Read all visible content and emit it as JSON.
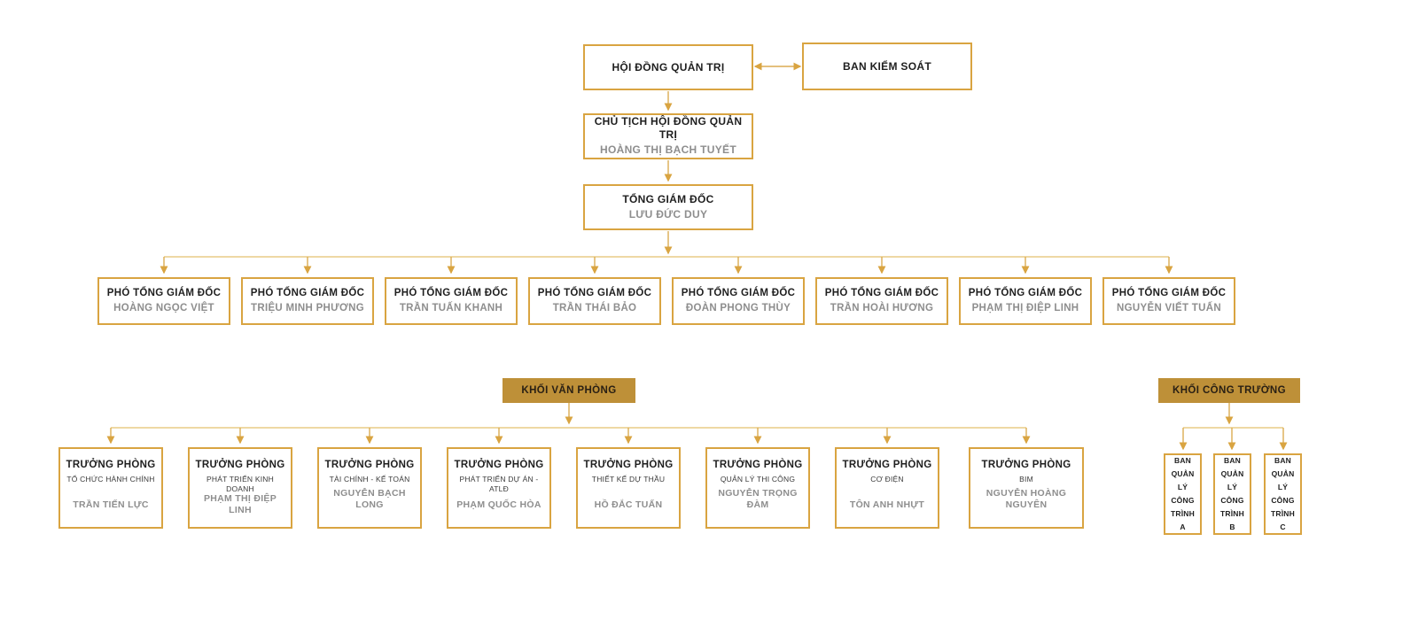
{
  "colors": {
    "accent_gold": "#D9A441",
    "block_header_fill": "#BE9038",
    "title_text": "#1F1F1F",
    "name_text": "#8E8E8E",
    "connector_line": "#DCAC52"
  },
  "board": {
    "title": "HỘI ĐỒNG QUẢN TRỊ"
  },
  "supervisory_board": {
    "title": "BAN KIỂM SOÁT"
  },
  "chairman": {
    "title": "CHỦ TỊCH HỘI ĐỒNG QUẢN TRỊ",
    "name": "HOÀNG THỊ BẠCH TUYẾT"
  },
  "ceo": {
    "title": "TỔNG GIÁM ĐỐC",
    "name": "LƯU ĐỨC DUY"
  },
  "deputies": [
    {
      "title": "PHÓ TỔNG GIÁM ĐỐC",
      "name": "HOÀNG NGỌC VIỆT"
    },
    {
      "title": "PHÓ TỔNG GIÁM ĐỐC",
      "name": "TRIỆU MINH PHƯƠNG"
    },
    {
      "title": "PHÓ TỔNG GIÁM ĐỐC",
      "name": "TRẦN TUẤN KHANH"
    },
    {
      "title": "PHÓ TỔNG GIÁM ĐỐC",
      "name": "TRẦN THÁI BẢO"
    },
    {
      "title": "PHÓ TỔNG GIÁM ĐỐC",
      "name": "ĐOÀN PHONG THÙY"
    },
    {
      "title": "PHÓ TỔNG GIÁM ĐỐC",
      "name": "TRẦN HOÀI HƯƠNG"
    },
    {
      "title": "PHÓ TỔNG GIÁM ĐỐC",
      "name": "PHẠM THỊ ĐIỆP LINH"
    },
    {
      "title": "PHÓ TỔNG GIÁM ĐỐC",
      "name": "NGUYỄN VIẾT TUẤN"
    }
  ],
  "office_block": {
    "label": "KHỐI VĂN PHÒNG",
    "departments": [
      {
        "role": "TRƯỞNG PHÒNG",
        "department": "TỔ CHỨC HÀNH CHÍNH",
        "name": "TRẦN TIẾN LỰC"
      },
      {
        "role": "TRƯỞNG PHÒNG",
        "department": "PHÁT TRIỂN KINH DOANH",
        "name": "PHẠM THỊ ĐIỆP LINH"
      },
      {
        "role": "TRƯỞNG PHÒNG",
        "department": "TÀI CHÍNH - KẾ TOÁN",
        "name": "NGUYỄN BẠCH LONG"
      },
      {
        "role": "TRƯỞNG PHÒNG",
        "department": "PHÁT TRIỂN DỰ ÁN - ATLĐ",
        "name": "PHẠM QUỐC HÒA"
      },
      {
        "role": "TRƯỞNG PHÒNG",
        "department": "THIẾT KẾ DỰ THẦU",
        "name": "HỒ ĐẮC TUẤN"
      },
      {
        "role": "TRƯỞNG PHÒNG",
        "department": "QUẢN LÝ THI CÔNG",
        "name": "NGUYỄN TRỌNG ĐÀM"
      },
      {
        "role": "TRƯỞNG PHÒNG",
        "department": "CƠ ĐIỆN",
        "name": "TÔN ANH NHỰT"
      },
      {
        "role": "TRƯỞNG PHÒNG",
        "department": "BIM",
        "name": "NGUYỄN HOÀNG NGUYÊN"
      }
    ]
  },
  "site_block": {
    "label": "KHỐI CÔNG TRƯỜNG",
    "boards": [
      {
        "label": "BAN QUẢN LÝ CÔNG TRÌNH A"
      },
      {
        "label": "BAN QUẢN LÝ CÔNG TRÌNH B"
      },
      {
        "label": "BAN QUẢN LÝ CÔNG TRÌNH C"
      }
    ]
  }
}
